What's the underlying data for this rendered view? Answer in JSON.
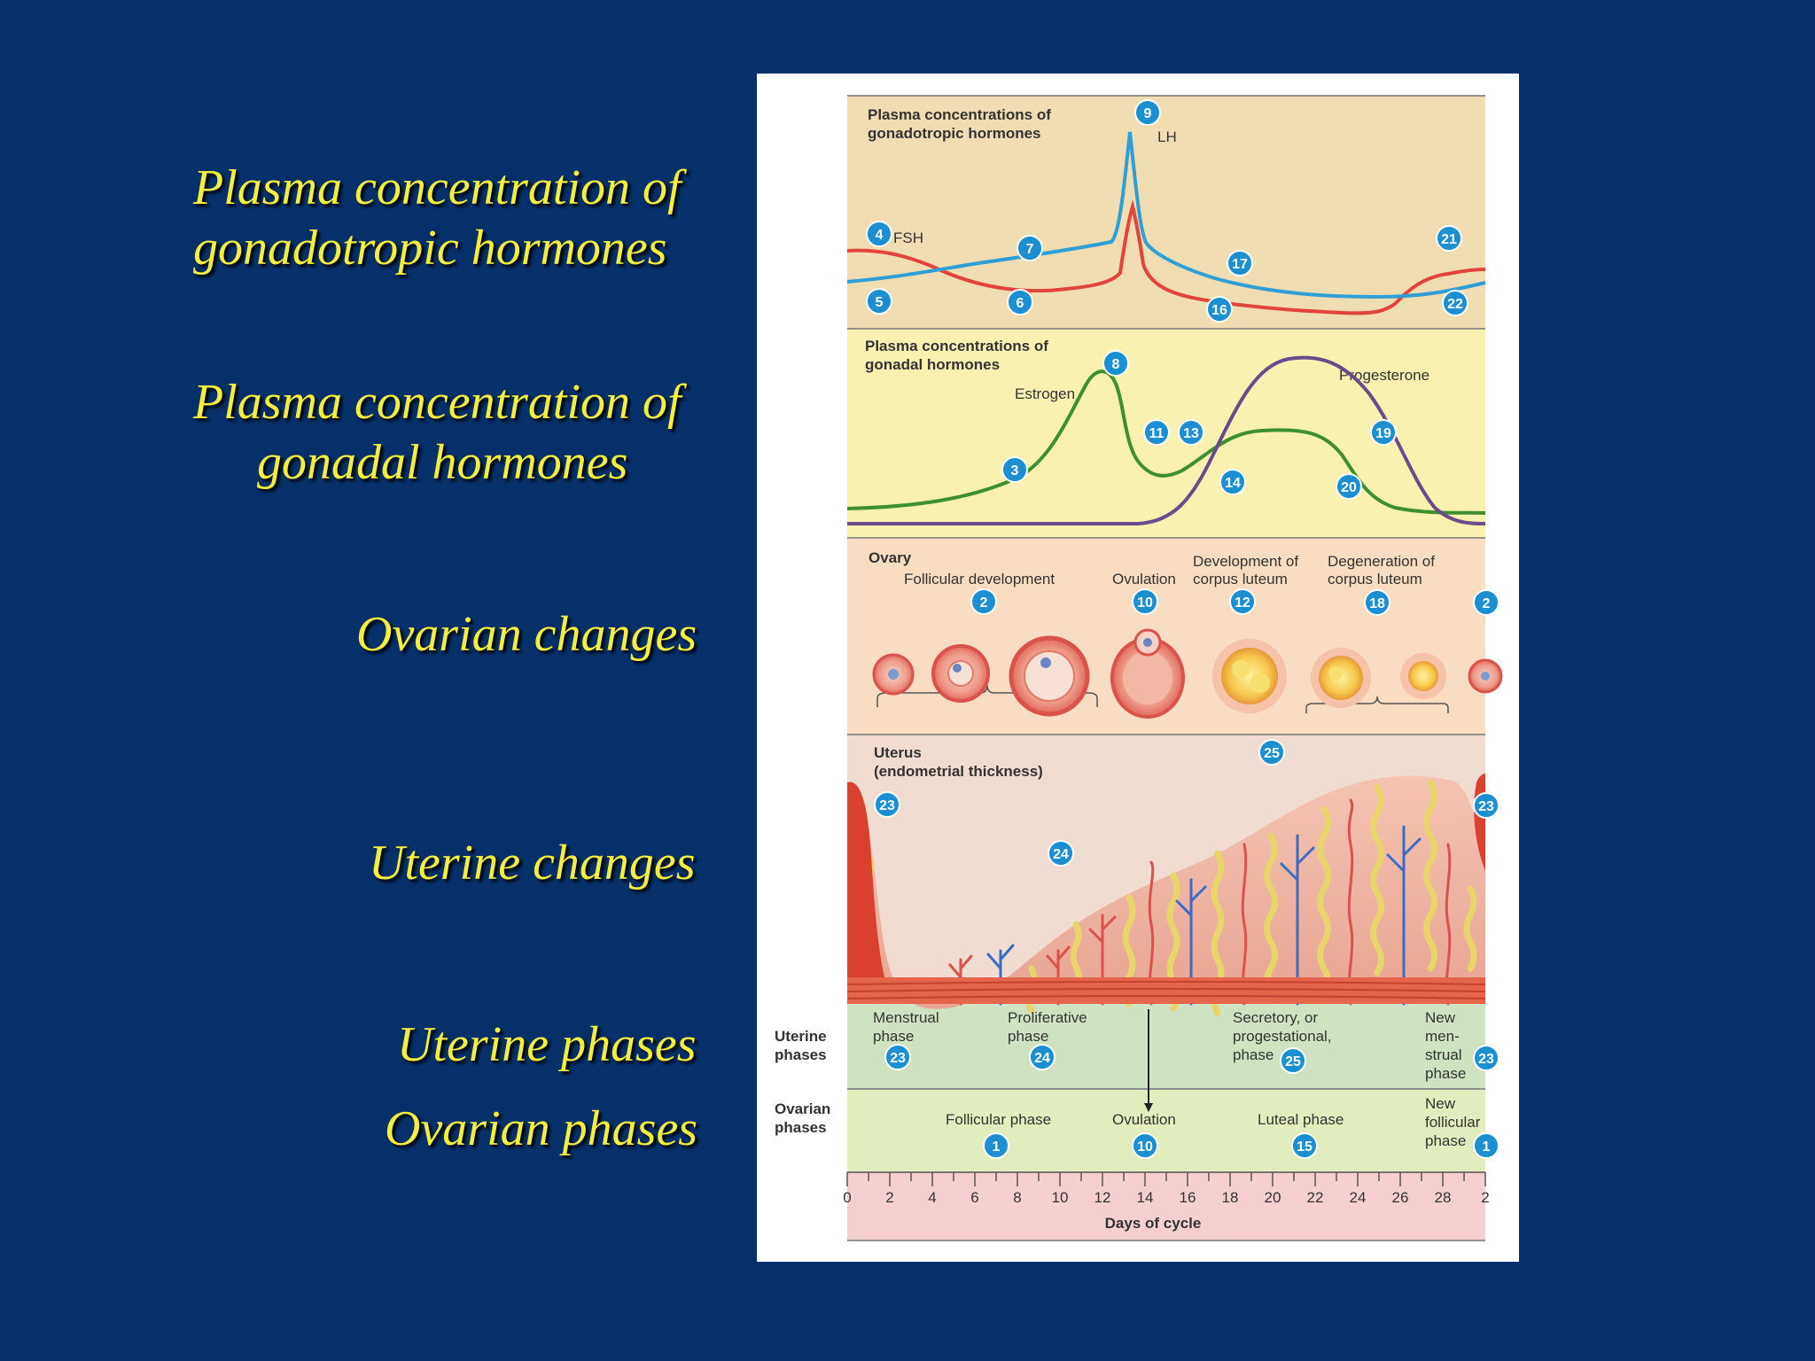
{
  "labels": {
    "gonadotropic": "Plasma concentration of\ngonadotropic hormones",
    "gonadal_line1": "Plasma concentration of",
    "gonadal_line2": "gonadal hormones",
    "ovarian_changes": "Ovarian changes",
    "uterine_changes": "Uterine changes",
    "uterine_phases": "Uterine phases",
    "ovarian_phases": "Ovarian phases"
  },
  "colors": {
    "background": "#05306a",
    "label_text": "#f5ee3a",
    "fsh": "#e2433a",
    "lh": "#2f9fd8",
    "estrogen": "#3f8f2e",
    "progesterone": "#6b4a8e",
    "marker": "#1b8fd2"
  },
  "figure": {
    "gonadotropic": {
      "title_line1": "Plasma concentrations of",
      "title_line2": "gonadotropic hormones",
      "lh_label": "LH",
      "fsh_label": "FSH"
    },
    "gonadal": {
      "title_line1": "Plasma concentrations of",
      "title_line2": "gonadal hormones",
      "estrogen_label": "Estrogen",
      "progesterone_label": "Progesterone"
    },
    "ovary": {
      "title": "Ovary",
      "follicular": "Follicular development",
      "ovulation": "Ovulation",
      "dev_line1": "Development of",
      "dev_line2": "corpus luteum",
      "deg_line1": "Degeneration of",
      "deg_line2": "corpus luteum"
    },
    "uterus": {
      "title_line1": "Uterus",
      "title_line2": "(endometrial thickness)"
    },
    "uterine_phases": {
      "row_line1": "Uterine",
      "row_line2": "phases",
      "menstrual_line1": "Menstrual",
      "menstrual_line2": "phase",
      "proliferative_line1": "Proliferative",
      "proliferative_line2": "phase",
      "secretory_line1": "Secretory, or",
      "secretory_line2": "progestational,",
      "secretory_line3": "phase",
      "new_menstrual_1": "New",
      "new_menstrual_2": "men-",
      "new_menstrual_3": "strual",
      "new_menstrual_4": "phase"
    },
    "ovarian_phases": {
      "row_line1": "Ovarian",
      "row_line2": "phases",
      "follicular": "Follicular phase",
      "ovulation": "Ovulation",
      "luteal": "Luteal phase",
      "new_follicular_1": "New",
      "new_follicular_2": "follicular",
      "new_follicular_3": "phase"
    },
    "axis": {
      "ticks": [
        "0",
        "2",
        "4",
        "6",
        "8",
        "10",
        "12",
        "14",
        "16",
        "18",
        "20",
        "22",
        "24",
        "26",
        "28",
        "2"
      ],
      "label": "Days of cycle"
    }
  },
  "markers": {
    "m1": "1",
    "m2": "2",
    "m3": "3",
    "m4": "4",
    "m5": "5",
    "m6": "6",
    "m7": "7",
    "m8": "8",
    "m9": "9",
    "m10": "10",
    "m11": "11",
    "m12": "12",
    "m13": "13",
    "m14": "14",
    "m15": "15",
    "m16": "16",
    "m17": "17",
    "m18": "18",
    "m19": "19",
    "m20": "20",
    "m21": "21",
    "m22": "22",
    "m23": "23",
    "m24": "24",
    "m25": "25"
  }
}
